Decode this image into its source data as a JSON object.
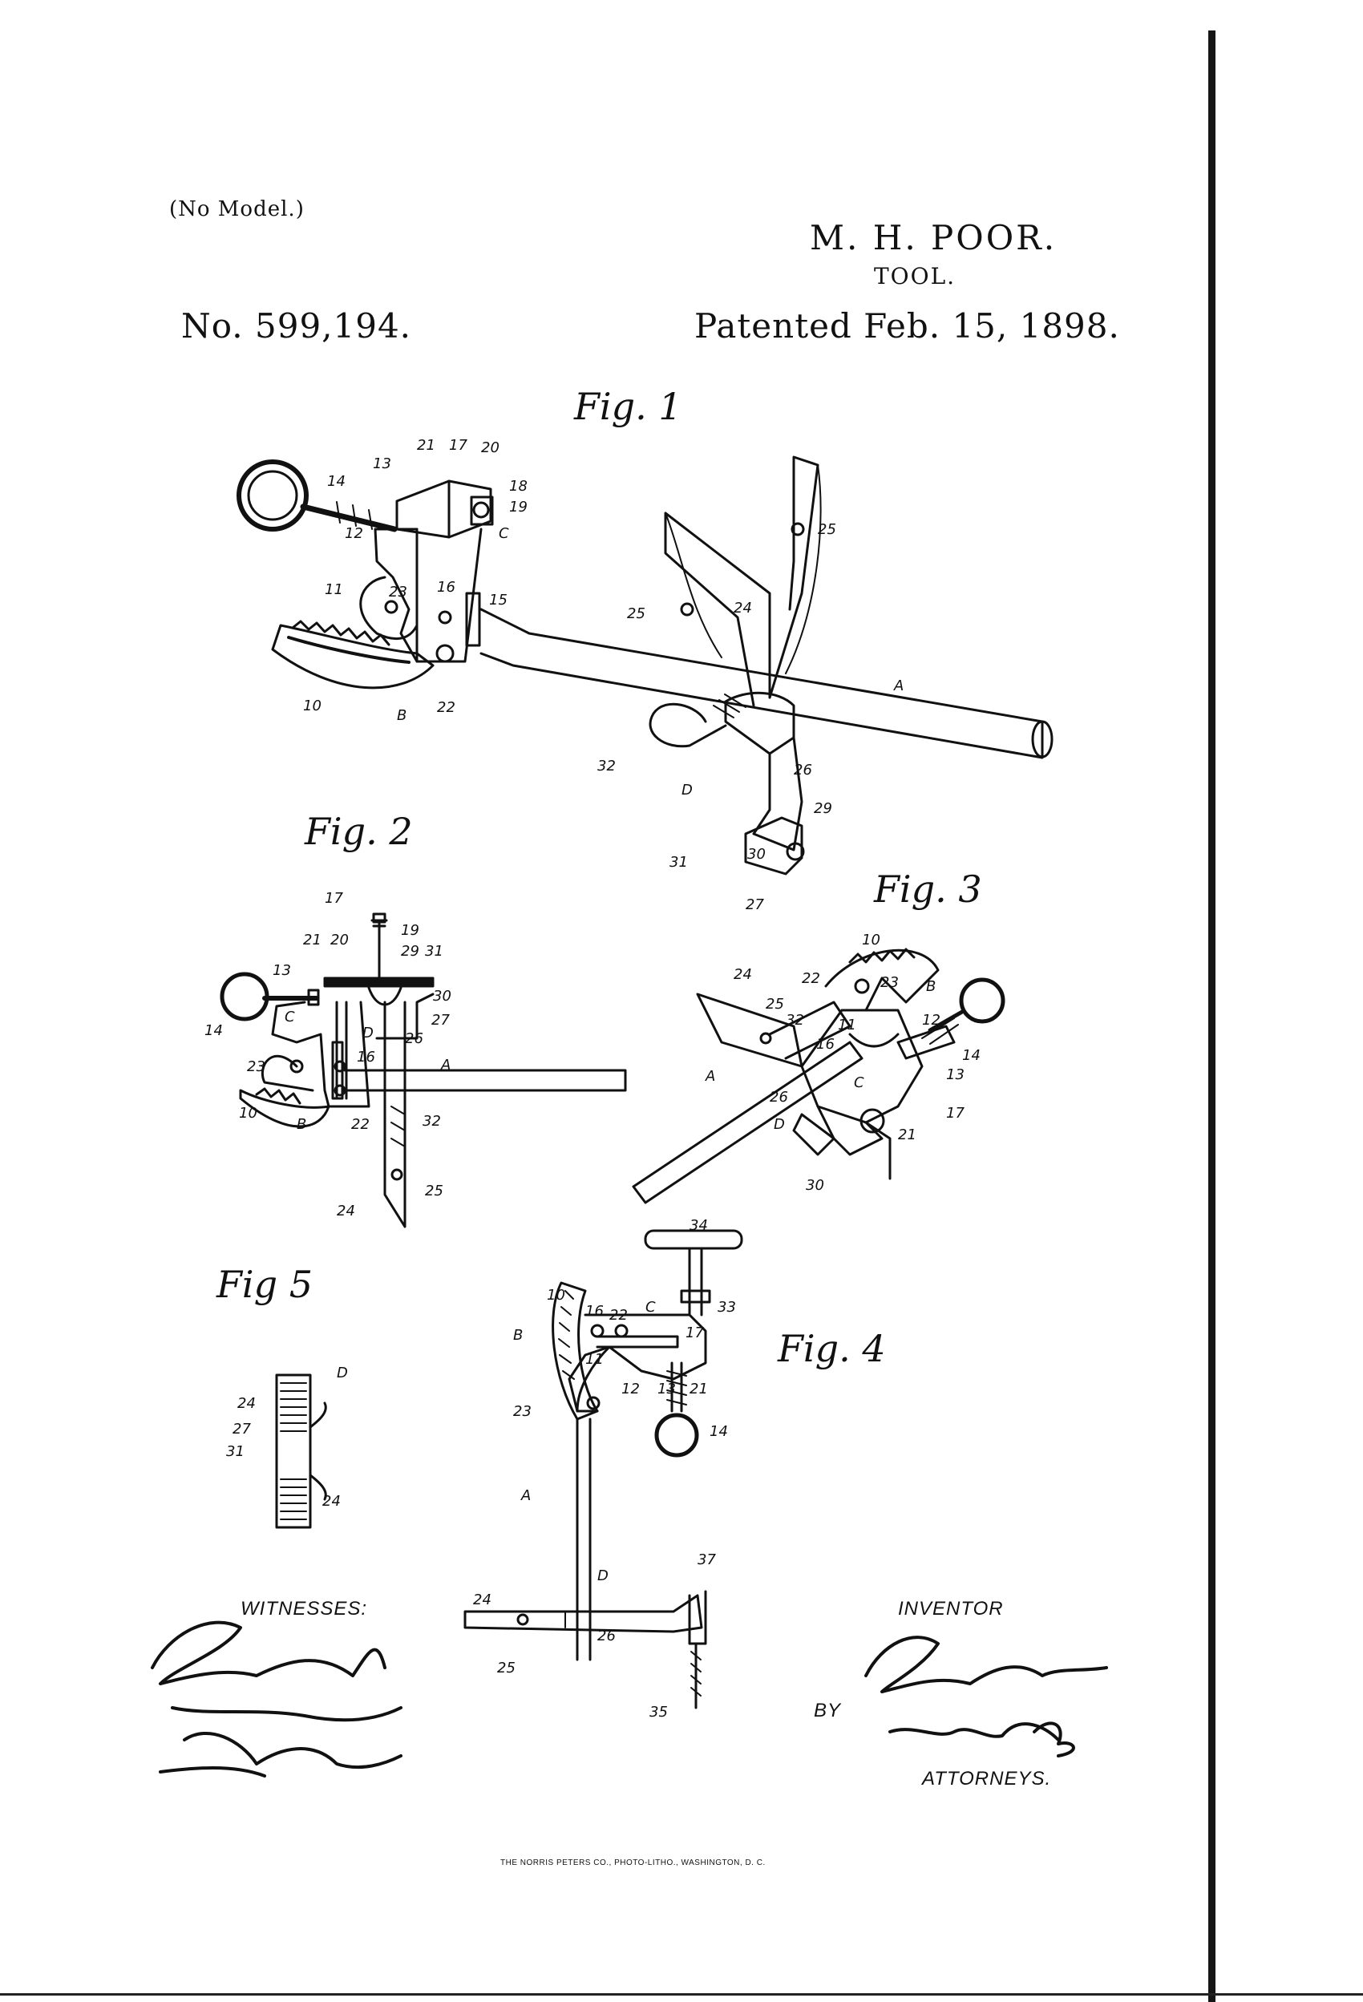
{
  "header": {
    "no_model": "(No Model.)",
    "inventor": "M. H. POOR.",
    "subject": "TOOL.",
    "patent_number": "No. 599,194.",
    "patented_date": "Patented Feb. 15, 1898."
  },
  "figures": {
    "fig1": {
      "caption": "Fig. 1",
      "labels": [
        "21",
        "17",
        "20",
        "18",
        "19",
        "C",
        "14",
        "13",
        "12",
        "11",
        "23",
        "16",
        "15",
        "10",
        "B",
        "22",
        "25",
        "25",
        "24",
        "A",
        "32",
        "D",
        "26",
        "29",
        "31",
        "30",
        "27"
      ]
    },
    "fig2": {
      "caption": "Fig. 2",
      "labels": [
        "17",
        "21",
        "20",
        "19",
        "29",
        "31",
        "13",
        "30",
        "14",
        "C",
        "D",
        "27",
        "26",
        "16",
        "A",
        "23",
        "10",
        "B",
        "22",
        "32",
        "25",
        "24"
      ]
    },
    "fig3": {
      "caption": "Fig. 3",
      "labels": [
        "10",
        "24",
        "22",
        "23",
        "B",
        "25",
        "32",
        "11",
        "12",
        "16",
        "14",
        "A",
        "13",
        "C",
        "D",
        "26",
        "17",
        "21",
        "30"
      ]
    },
    "fig4": {
      "caption": "Fig. 4",
      "labels": [
        "34",
        "10",
        "16",
        "22",
        "C",
        "33",
        "B",
        "17",
        "11",
        "12",
        "13",
        "21",
        "23",
        "14",
        "A",
        "D",
        "37",
        "24",
        "26",
        "25",
        "35"
      ]
    },
    "fig5": {
      "caption": "Fig 5",
      "labels": [
        "D",
        "24",
        "27",
        "31",
        "24"
      ]
    }
  },
  "signatures": {
    "witnesses_heading": "WITNESSES:",
    "inventor_heading": "INVENTOR",
    "by": "BY",
    "attorneys_heading": "ATTORNEYS."
  },
  "imprint": "THE NORRIS PETERS CO., PHOTO-LITHO., WASHINGTON, D. C."
}
